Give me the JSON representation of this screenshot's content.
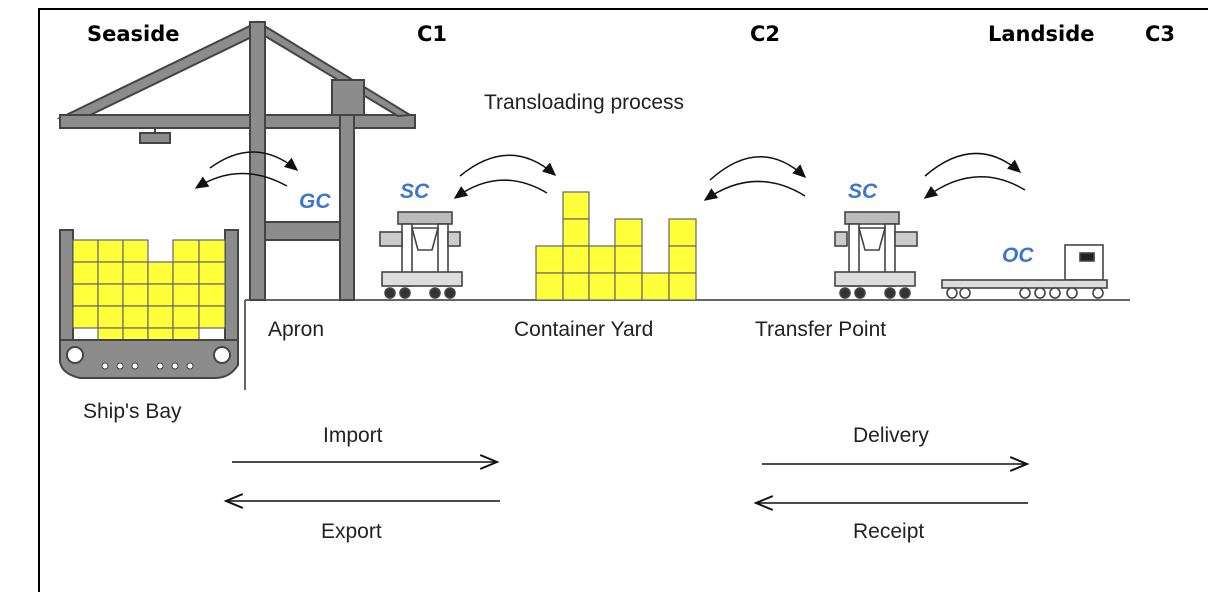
{
  "headers": {
    "seaside": "Seaside",
    "c1": "C1",
    "c2": "C2",
    "landside": "Landside",
    "c3": "C3"
  },
  "title": "Transloading process",
  "equipment": {
    "gc": "GC",
    "sc_left": "SC",
    "sc_right": "SC",
    "oc": "OC"
  },
  "locations": {
    "apron": "Apron",
    "container_yard": "Container Yard",
    "transfer_point": "Transfer Point",
    "ships_bay": "Ship's Bay"
  },
  "flows": {
    "import": "Import",
    "export": "Export",
    "delivery": "Delivery",
    "receipt": "Receipt"
  },
  "colors": {
    "container": "#ffff3a",
    "equipment_label": "#3b76c8",
    "crane": "#8c8c8c"
  }
}
